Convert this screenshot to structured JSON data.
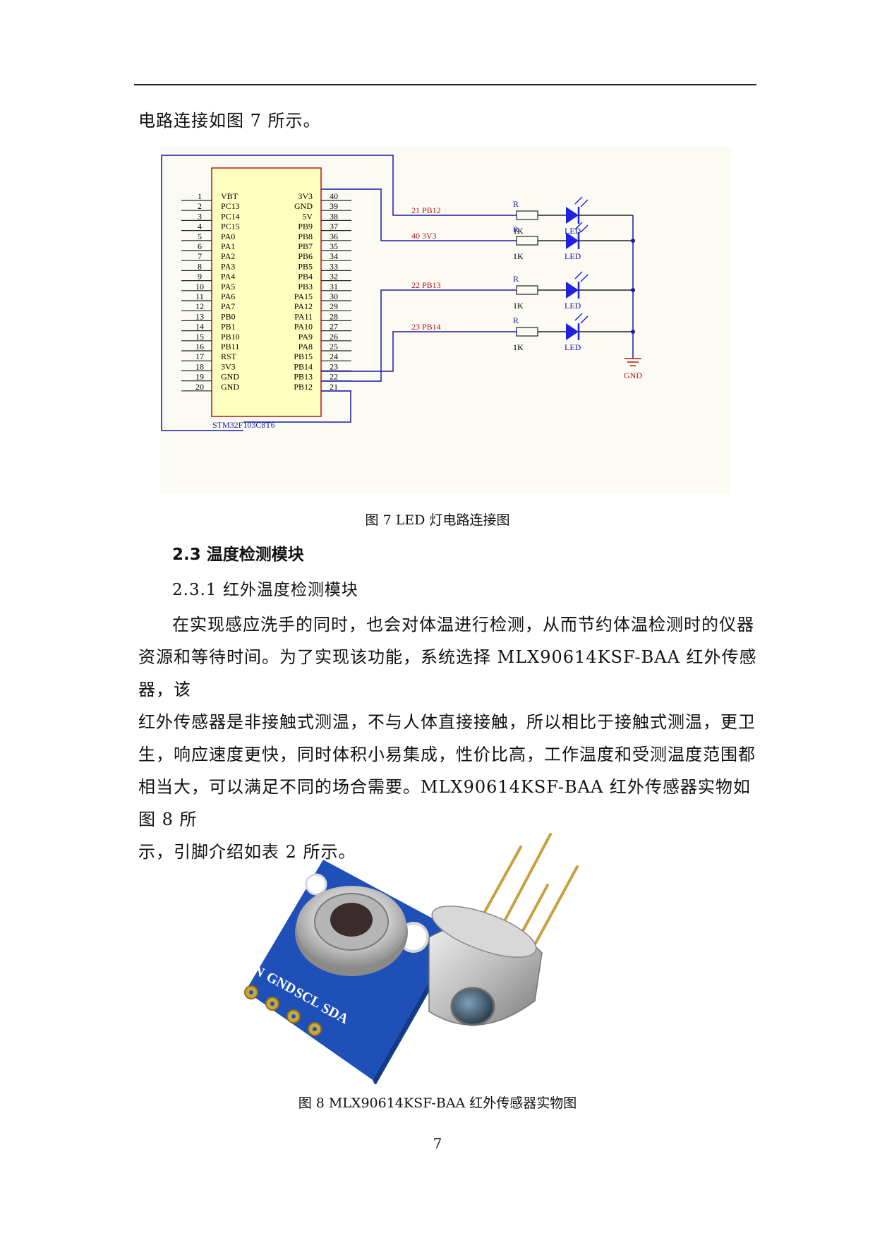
{
  "intro": "电路连接如图 7 所示。",
  "figure7": {
    "caption": "图 7 LED 灯电路连接图",
    "chip_name": "STM32F103C8T6",
    "left_pins": [
      {
        "num": "1",
        "name": "VBT"
      },
      {
        "num": "2",
        "name": "PC13"
      },
      {
        "num": "3",
        "name": "PC14"
      },
      {
        "num": "4",
        "name": "PC15"
      },
      {
        "num": "5",
        "name": "PA0"
      },
      {
        "num": "6",
        "name": "PA1"
      },
      {
        "num": "7",
        "name": "PA2"
      },
      {
        "num": "8",
        "name": "PA3"
      },
      {
        "num": "9",
        "name": "PA4"
      },
      {
        "num": "10",
        "name": "PA5"
      },
      {
        "num": "11",
        "name": "PA6"
      },
      {
        "num": "12",
        "name": "PA7"
      },
      {
        "num": "13",
        "name": "PB0"
      },
      {
        "num": "14",
        "name": "PB1"
      },
      {
        "num": "15",
        "name": "PB10"
      },
      {
        "num": "16",
        "name": "PB11"
      },
      {
        "num": "17",
        "name": "RST"
      },
      {
        "num": "18",
        "name": "3V3"
      },
      {
        "num": "19",
        "name": "GND"
      },
      {
        "num": "20",
        "name": "GND"
      }
    ],
    "right_pins": [
      {
        "num": "40",
        "name": "3V3"
      },
      {
        "num": "39",
        "name": "GND"
      },
      {
        "num": "38",
        "name": "5V"
      },
      {
        "num": "37",
        "name": "PB9"
      },
      {
        "num": "36",
        "name": "PB8"
      },
      {
        "num": "35",
        "name": "PB7"
      },
      {
        "num": "34",
        "name": "PB6"
      },
      {
        "num": "33",
        "name": "PB5"
      },
      {
        "num": "32",
        "name": "PB4"
      },
      {
        "num": "31",
        "name": "PB3"
      },
      {
        "num": "30",
        "name": "PA15"
      },
      {
        "num": "29",
        "name": "PA12"
      },
      {
        "num": "28",
        "name": "PA11"
      },
      {
        "num": "27",
        "name": "PA10"
      },
      {
        "num": "26",
        "name": "PA9"
      },
      {
        "num": "25",
        "name": "PA8"
      },
      {
        "num": "24",
        "name": "PB15"
      },
      {
        "num": "23",
        "name": "PB14"
      },
      {
        "num": "22",
        "name": "PB13"
      },
      {
        "num": "21",
        "name": "PB12"
      }
    ],
    "nets": [
      "21 PB12",
      "40 3V3",
      "22 PB13",
      "23 PB14"
    ],
    "resistor_label": "R",
    "resistor_value": "1K",
    "led_label": "LED",
    "gnd_label": "GND"
  },
  "section_heading": "2.3 温度检测模块",
  "subsection_heading": "2.3.1 红外温度检测模块",
  "body_lines": [
    "在实现感应洗手的同时，也会对体温进行检测，从而节约体温检测时的仪器",
    "资源和等待时间。为了实现该功能，系统选择 MLX90614KSF-BAA 红外传感器，该",
    "红外传感器是非接触式测温，不与人体直接接触，所以相比于接触式测温，更卫",
    "生，响应速度更快，同时体积小易集成，性价比高，工作温度和受测温度范围都",
    "相当大，可以满足不同的场合需要。MLX90614KSF-BAA 红外传感器实物如图 8 所",
    "示，引脚介绍如表 2 所示。"
  ],
  "figure8": {
    "caption": "图 8 MLX90614KSF-BAA 红外传感器实物图",
    "board_pin_labels": [
      "VIN",
      "GND",
      "SCL",
      "SDA"
    ]
  },
  "page_number": "7",
  "colors": {
    "schematic_wire": "#1a1aa8",
    "chip_fill": "#ffffc0",
    "chip_border": "#b01818",
    "led_fill": "#2020e0",
    "board_blue": "#1e50b8"
  }
}
